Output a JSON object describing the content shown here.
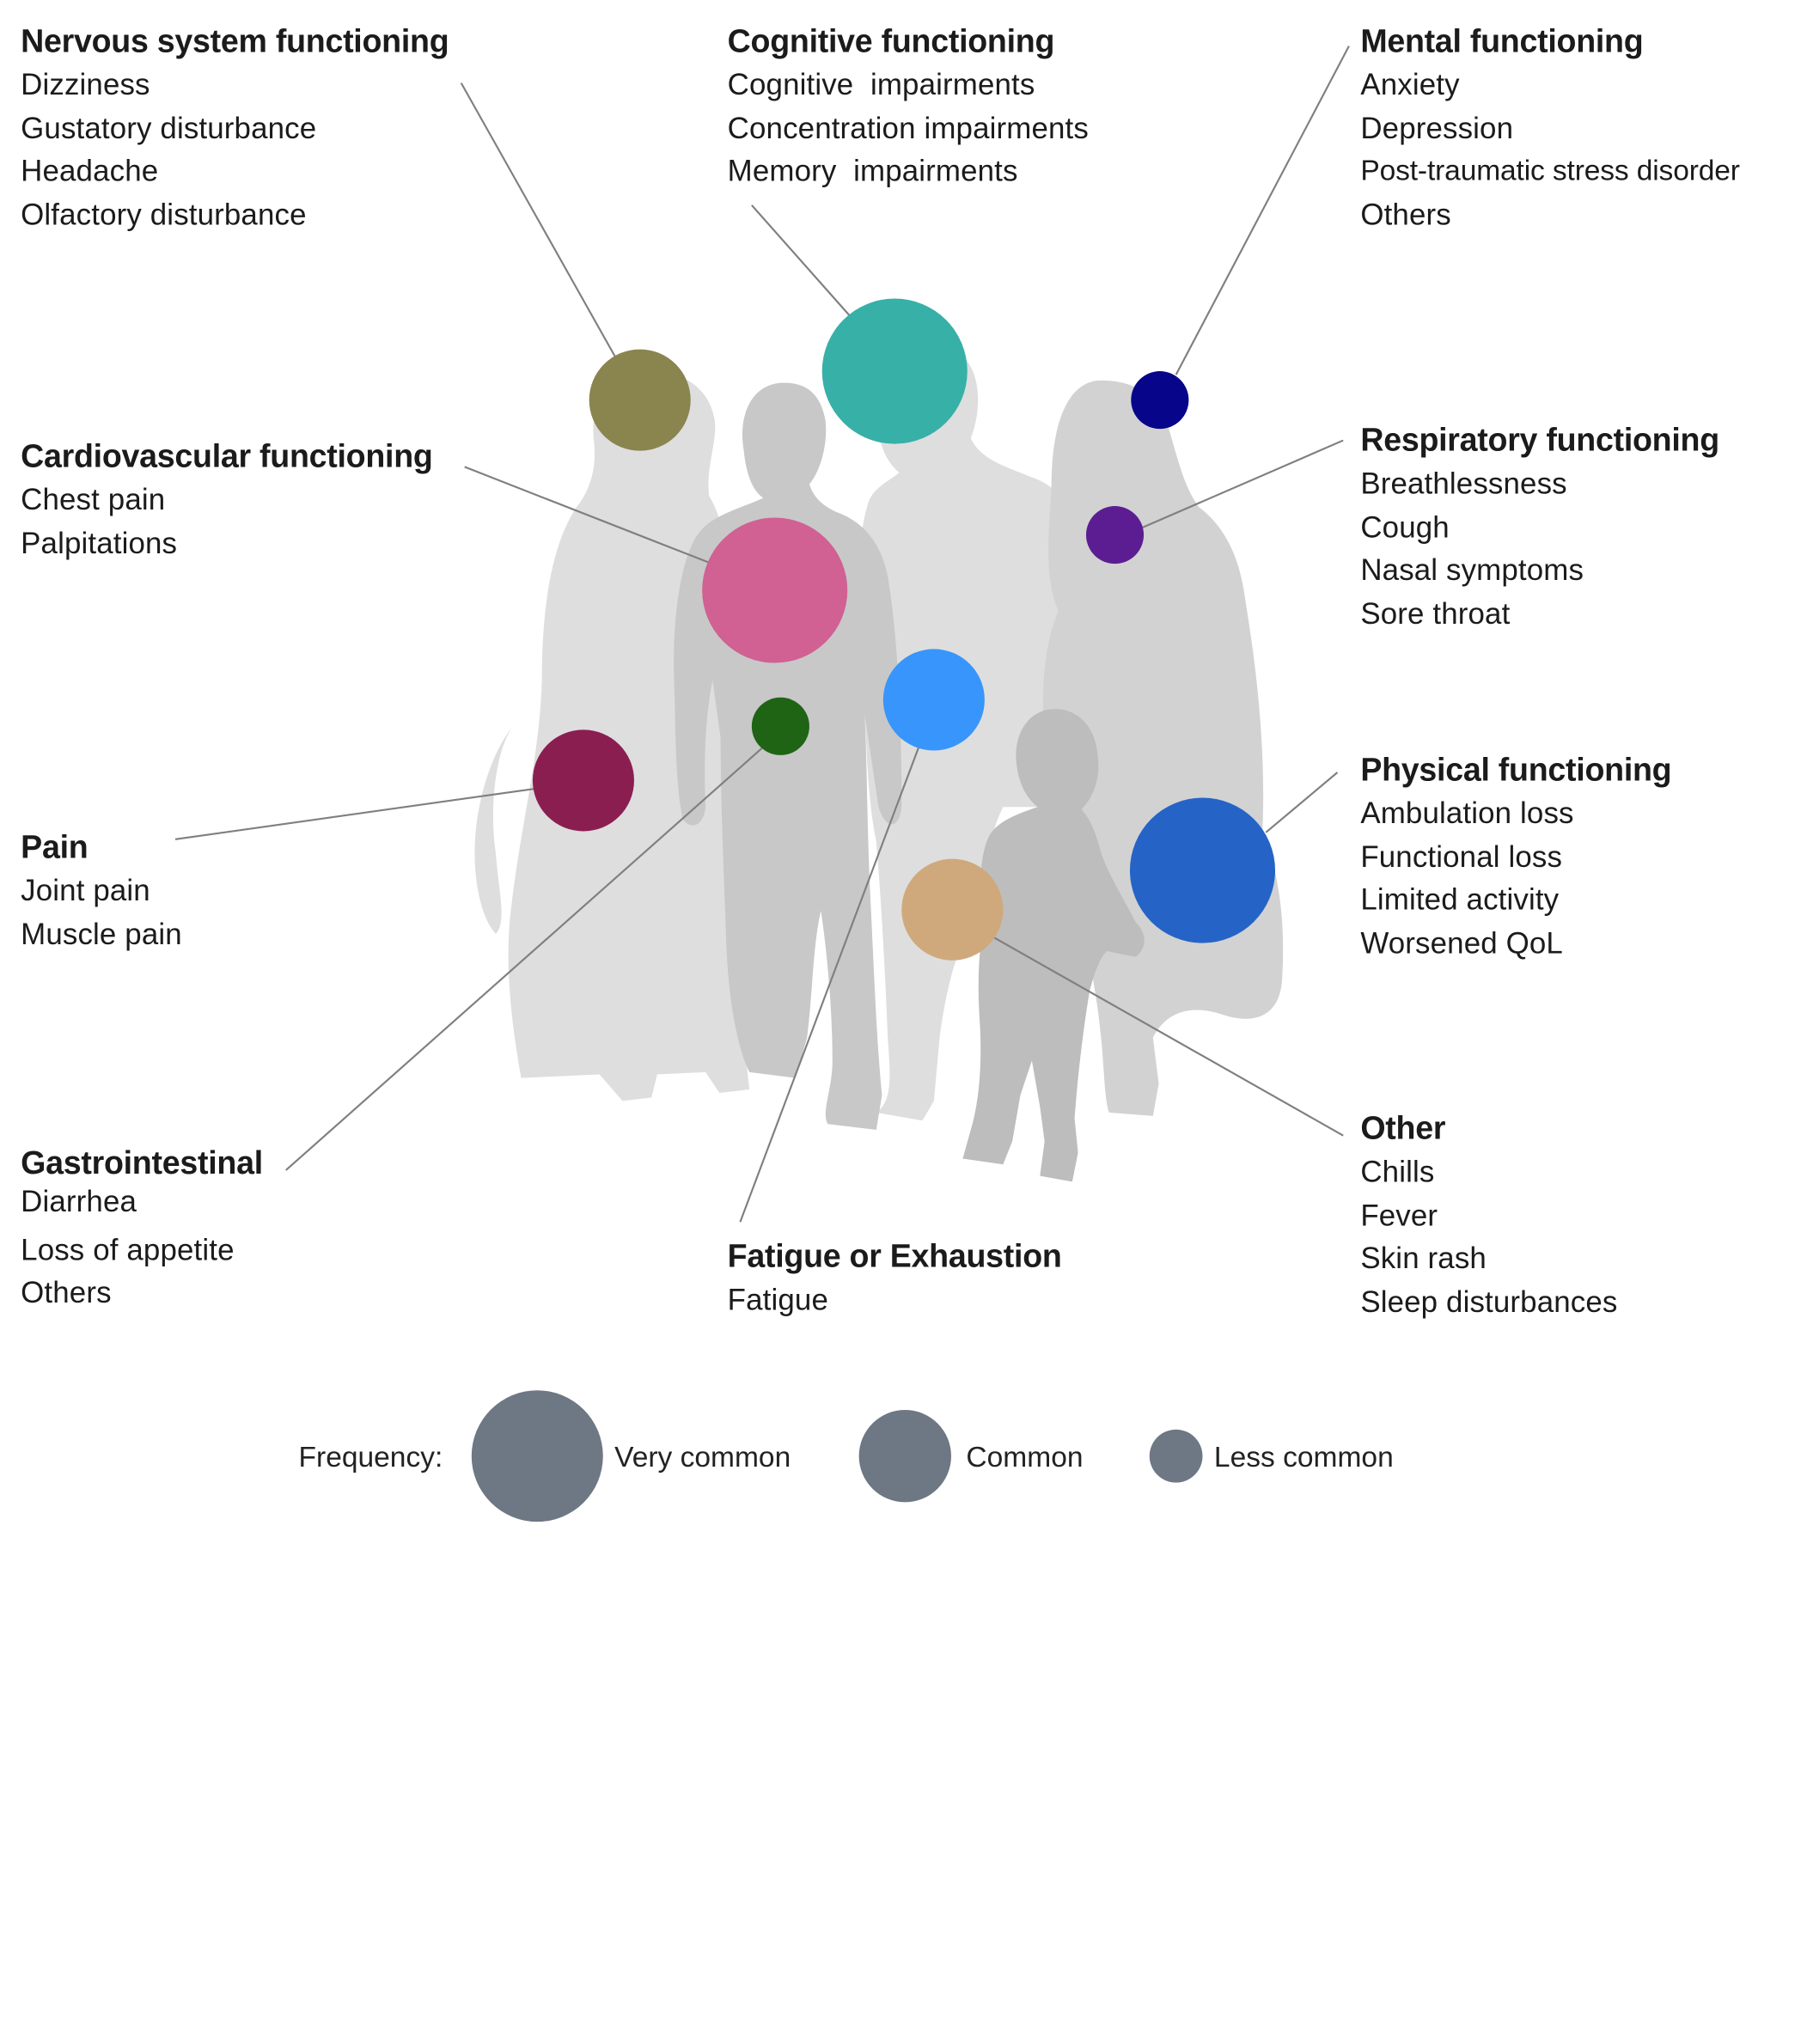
{
  "categories": {
    "nervous": {
      "title": "Nervous system functioning",
      "items": [
        "Dizziness",
        "Gustatory disturbance",
        "Headache",
        "Olfactory disturbance"
      ],
      "color": "#8a844e",
      "frequency": "Common"
    },
    "cognitive": {
      "title": "Cognitive functioning",
      "items": [
        "Cognitive  impairments",
        "Concentration impairments",
        "Memory  impairments"
      ],
      "color": "#37b0a8",
      "frequency": "Very common"
    },
    "mental": {
      "title": "Mental functioning",
      "items": [
        "Anxiety",
        "Depression",
        "Post-traumatic stress disorder",
        "Others"
      ],
      "color": "#07058a",
      "frequency": "Less common"
    },
    "cardio": {
      "title": "Cardiovascular functioning",
      "items": [
        "Chest pain",
        "Palpitations"
      ],
      "color": "#d06192",
      "frequency": "Very common"
    },
    "respiratory": {
      "title": "Respiratory functioning",
      "items": [
        "Breathlessness",
        "Cough",
        "Nasal symptoms",
        "Sore throat"
      ],
      "color": "#5c1d93",
      "frequency": "Less common"
    },
    "pain": {
      "title": "Pain",
      "items": [
        "Joint pain",
        "Muscle pain"
      ],
      "color": "#8b1e50",
      "frequency": "Common"
    },
    "physical": {
      "title": "Physical functioning",
      "items": [
        "Ambulation loss",
        "Functional loss",
        "Limited activity",
        "Worsened QoL"
      ],
      "color": "#2564c6",
      "frequency": "Very common"
    },
    "gastro": {
      "title": "Gastrointestinal",
      "items": [
        "Diarrhea",
        "Loss of appetite",
        "Others"
      ],
      "color": "#1e6414",
      "frequency": "Less common"
    },
    "fatigue": {
      "title": "Fatigue or Exhaustion",
      "items": [
        "Fatigue"
      ],
      "color": "#3895fb",
      "frequency": "Common"
    },
    "other": {
      "title": "Other",
      "items": [
        "Chills",
        "Fever",
        "Skin rash",
        "Sleep disturbances"
      ],
      "color": "#cfa97c",
      "frequency": "Common"
    }
  },
  "legend": {
    "label": "Frequency:",
    "levels": [
      "Very common",
      "Common",
      "Less common"
    ],
    "color": "#6e7784"
  },
  "colors": {
    "silhouette_light": "#dedede",
    "silhouette_mid": "#d2d2d2",
    "silhouette_dark": "#bdbdbd",
    "connector_line": "#7f7f7f"
  }
}
